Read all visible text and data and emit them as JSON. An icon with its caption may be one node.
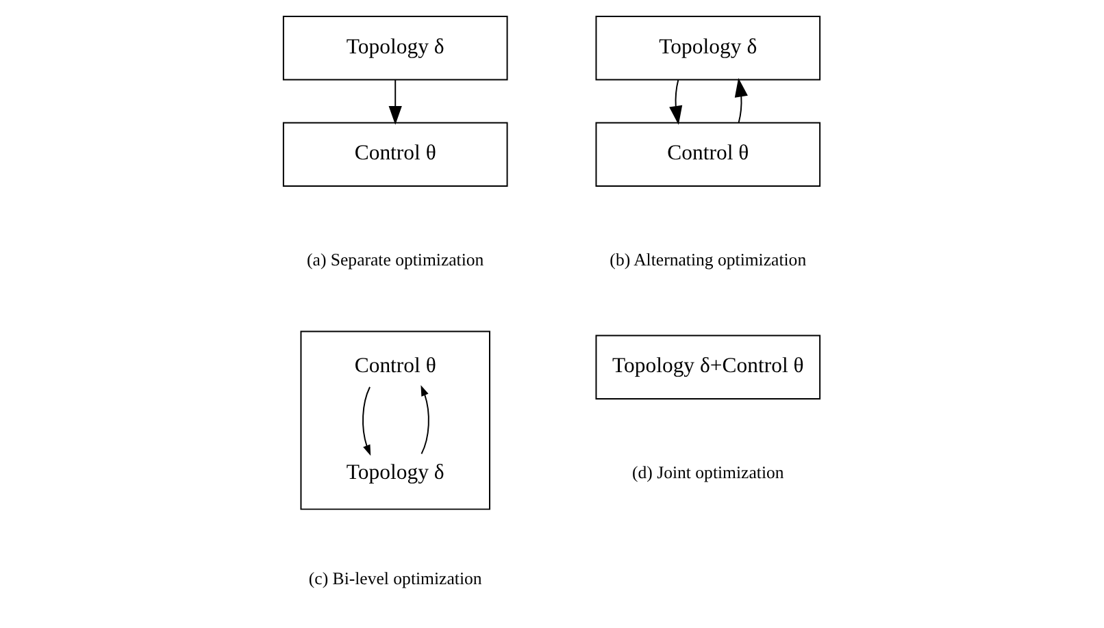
{
  "diagram": {
    "nodes": [
      {
        "text": [
          "Topology δ"
        ]
      },
      {
        "text": [
          "Control θ"
        ]
      },
      {
        "text": [
          "Topology δ"
        ]
      },
      {
        "text": [
          "Control θ"
        ]
      },
      {
        "text": [],
        "shape": "box"
      },
      {
        "text": [
          "Control θ"
        ],
        "in": 4
      },
      {
        "text": [
          "Topology δ"
        ],
        "in": 4
      },
      {
        "text": [
          "Topology δ+Control θ"
        ]
      }
    ],
    "edges": [
      {
        "from": 0,
        "to": 1,
        "arrow": "to"
      },
      {
        "from": 2,
        "to": 3,
        "arrow": "to"
      },
      {
        "from": 3,
        "to": 2,
        "arrow": "to"
      },
      {
        "from": 5,
        "to": 6,
        "arrow": "to"
      },
      {
        "from": 6,
        "to": 5,
        "arrow": "to"
      }
    ],
    "labels": [
      "(a) Separate optimization",
      "(b) Alternating optimization",
      "(c) Bi-level optimization",
      "(d) Joint optimization"
    ]
  }
}
